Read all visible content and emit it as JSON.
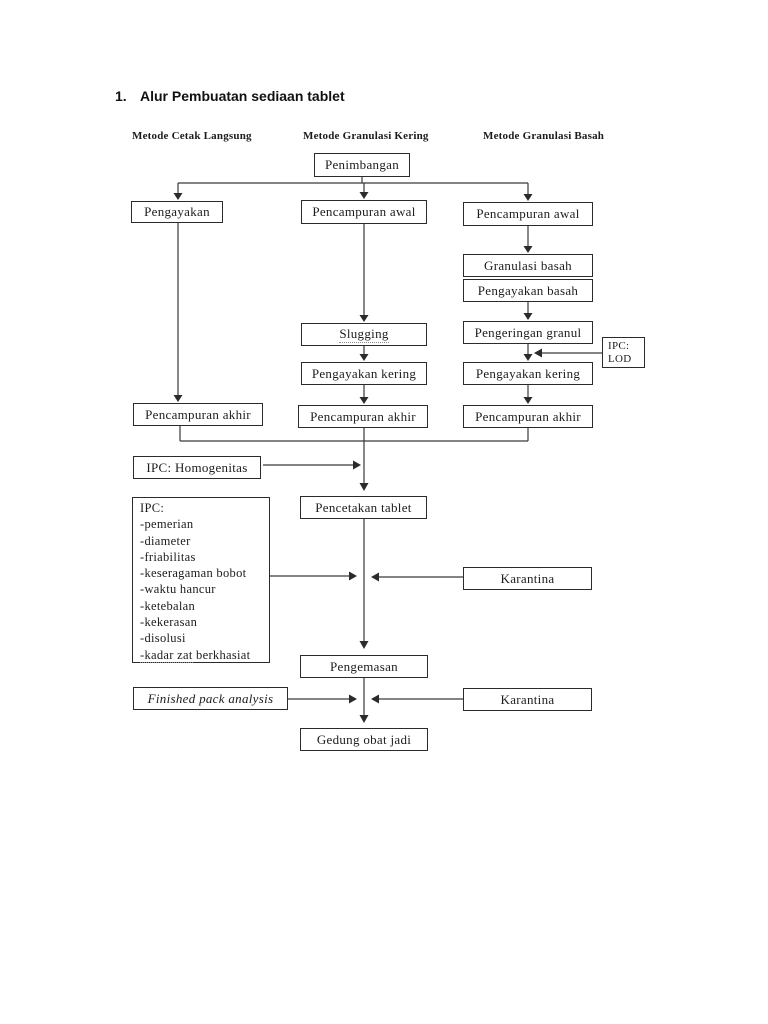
{
  "page": {
    "title_number": "1.",
    "title": "Alur Pembuatan sediaan tablet"
  },
  "columns": [
    {
      "label": "Metode Cetak Langsung"
    },
    {
      "label": "Metode Granulasi Kering"
    },
    {
      "label": "Metode Granulasi Basah"
    }
  ],
  "nodes": {
    "penimbangan": "Penimbangan",
    "pengayakan": "Pengayakan",
    "pencampuran_awal_mid": "Pencampuran awal",
    "pencampuran_awal_right": "Pencampuran awal",
    "granulasi_basah": "Granulasi basah",
    "pengayakan_basah": "Pengayakan basah",
    "pengeringan_granul": "Pengeringan granul",
    "slugging": "Slugging",
    "pengayakan_kering_mid": "Pengayakan kering",
    "pengayakan_kering_right": "Pengayakan kering",
    "pencampuran_akhir_left": "Pencampuran akhir",
    "pencampuran_akhir_mid": "Pencampuran akhir",
    "pencampuran_akhir_right": "Pencampuran akhir",
    "ipc_homogenitas": "IPC: Homogenitas",
    "pencetakan_tablet": "Pencetakan tablet",
    "karantina_1": "Karantina",
    "pengemasan": "Pengemasan",
    "finished_pack_analysis": "Finished pack analysis",
    "karantina_2": "Karantina",
    "gedung_obat_jadi": "Gedung obat jadi"
  },
  "ipc_lod": {
    "line1": "IPC:",
    "line2": "LOD"
  },
  "ipc_list": {
    "title": "IPC:",
    "items": [
      "-pemerian",
      "-diameter",
      "-friabilitas",
      "-keseragaman bobot",
      "-waktu hancur",
      "-ketebalan",
      "-kekerasan",
      "-disolusi"
    ],
    "last_item_underlined": "-kadar zat",
    "last_item_rest": " berkhasiat"
  }
}
